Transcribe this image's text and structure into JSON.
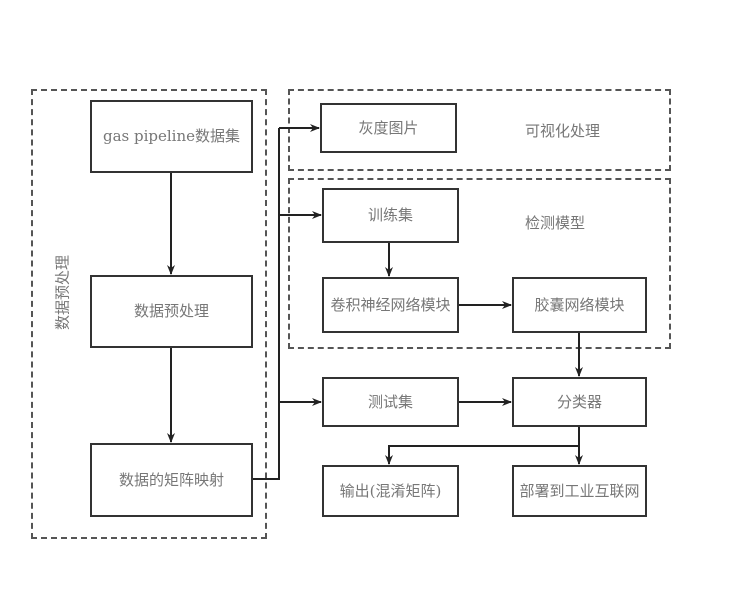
{
  "groups": {
    "preprocessing": {
      "label": "数据预处理"
    },
    "visualization": {
      "label": "可视化处理"
    },
    "detection_model": {
      "label": "检测模型"
    }
  },
  "nodes": {
    "dataset": {
      "label": "gas pipeline数据集"
    },
    "preprocess": {
      "label": "数据预处理"
    },
    "matrix_mapping": {
      "label": "数据的矩阵映射"
    },
    "grayscale": {
      "label": "灰度图片"
    },
    "train_set": {
      "label": "训练集"
    },
    "cnn_module": {
      "label": "卷积神经网络模块"
    },
    "capsule_module": {
      "label": "胶囊网络模块"
    },
    "test_set": {
      "label": "测试集"
    },
    "classifier": {
      "label": "分类器"
    },
    "output": {
      "label": "输出(混淆矩阵)"
    },
    "deploy": {
      "label": "部署到工业互联网"
    }
  },
  "edges": [
    {
      "from": "dataset",
      "to": "preprocess"
    },
    {
      "from": "preprocess",
      "to": "matrix_mapping"
    },
    {
      "from": "matrix_mapping",
      "to": "grayscale"
    },
    {
      "from": "matrix_mapping",
      "to": "train_set"
    },
    {
      "from": "matrix_mapping",
      "to": "test_set"
    },
    {
      "from": "train_set",
      "to": "cnn_module"
    },
    {
      "from": "cnn_module",
      "to": "capsule_module"
    },
    {
      "from": "capsule_module",
      "to": "classifier"
    },
    {
      "from": "test_set",
      "to": "classifier"
    },
    {
      "from": "classifier",
      "to": "output"
    },
    {
      "from": "classifier",
      "to": "deploy"
    }
  ],
  "colors": {
    "text": "#777777",
    "box_border": "#333333",
    "dash_border": "#555555",
    "arrow": "#222222"
  }
}
